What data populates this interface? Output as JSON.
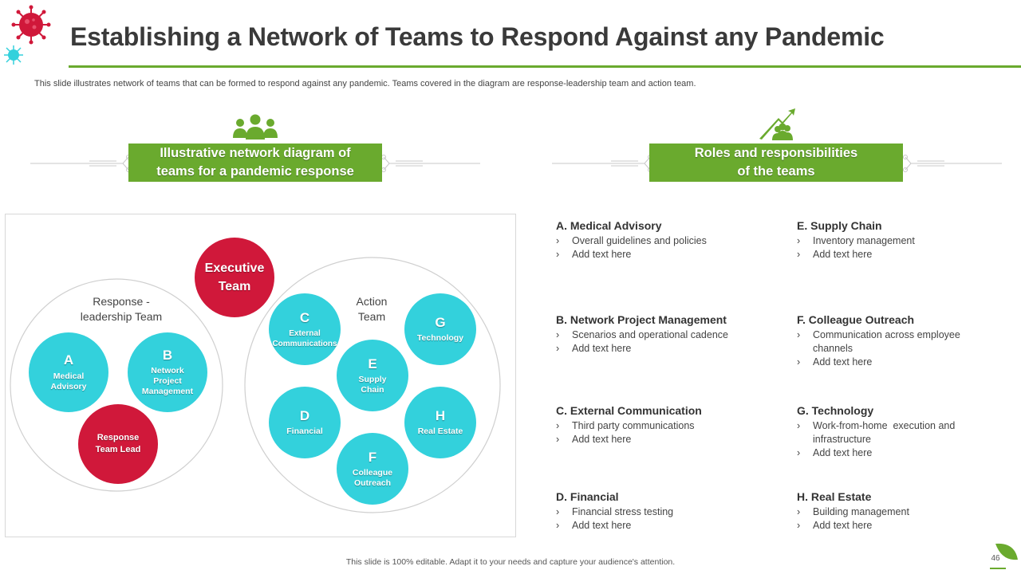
{
  "slide": {
    "title": "Establishing a Network of Teams to Respond Against any Pandemic",
    "subtitle": "This slide illustrates network of teams that can be formed to respond against any pandemic. Teams covered in the diagram are response-leadership team and action team.",
    "footer": "This slide is 100% editable. Adapt it to your needs and capture your audience's attention.",
    "page_number": "46"
  },
  "colors": {
    "accent_green": "#6aaa2e",
    "teal": "#33d1dc",
    "red": "#d0183a",
    "title_text": "#3a3a3a"
  },
  "icons": [
    "virus-icon",
    "people-group-icon",
    "growth-arrow-people-icon"
  ],
  "left_banner": {
    "line1": "Illustrative network diagram of",
    "line2": "teams for a pandemic response"
  },
  "right_banner": {
    "line1": "Roles and responsibilities",
    "line2": "of the teams"
  },
  "diagram": {
    "executive": {
      "line1": "Executive",
      "line2": "Team"
    },
    "response_group": {
      "label_line1": "Response -",
      "label_line2": "leadership Team",
      "members": [
        {
          "letter": "A",
          "name_lines": [
            "Medical",
            "Advisory"
          ]
        },
        {
          "letter": "B",
          "name_lines": [
            "Network",
            "Project",
            "Management"
          ]
        }
      ],
      "lead": {
        "line1": "Response",
        "line2": "Team Lead"
      }
    },
    "action_group": {
      "label_line1": "Action",
      "label_line2": "Team",
      "members": [
        {
          "letter": "C",
          "name_lines": [
            "External",
            "Communications"
          ]
        },
        {
          "letter": "G",
          "name_lines": [
            "Technology"
          ]
        },
        {
          "letter": "E",
          "name_lines": [
            "Supply",
            "Chain"
          ]
        },
        {
          "letter": "D",
          "name_lines": [
            "Financial"
          ]
        },
        {
          "letter": "H",
          "name_lines": [
            "Real Estate"
          ]
        },
        {
          "letter": "F",
          "name_lines": [
            "Colleague",
            "Outreach"
          ]
        }
      ]
    }
  },
  "roles": [
    {
      "title": "A. Medical Advisory",
      "bullets": [
        "Overall guidelines and policies",
        "Add text here"
      ]
    },
    {
      "title": "E. Supply Chain",
      "bullets": [
        "Inventory management",
        "Add text here"
      ]
    },
    {
      "title": "B. Network Project Management",
      "bullets": [
        "Scenarios and operational cadence",
        "Add text here"
      ]
    },
    {
      "title": "F. Colleague Outreach",
      "bullets": [
        "Communication across employee channels",
        "Add text here"
      ]
    },
    {
      "title": "C. External Communication",
      "bullets": [
        "Third party communications",
        "Add text here"
      ]
    },
    {
      "title": "G. Technology",
      "bullets": [
        "Work-from-home  execution and infrastructure",
        "Add text here"
      ]
    },
    {
      "title": "D. Financial",
      "bullets": [
        "Financial stress testing",
        "Add text here"
      ]
    },
    {
      "title": "H. Real Estate",
      "bullets": [
        "Building management",
        "Add text here"
      ]
    }
  ],
  "bullet_marker": "›"
}
